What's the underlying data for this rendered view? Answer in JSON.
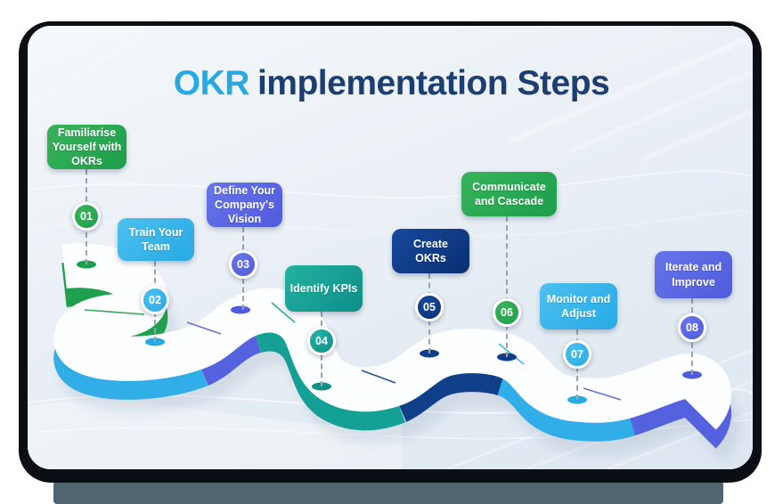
{
  "title": {
    "highlight": "OKR",
    "rest": "implementation Steps"
  },
  "steps": [
    {
      "number": "01",
      "label": "Familiarise Yourself with OKRs",
      "color": "#1d9e4b"
    },
    {
      "number": "02",
      "label": "Train Your Team",
      "color": "#27a9e3"
    },
    {
      "number": "03",
      "label": "Define Your Company's Vision",
      "color": "#4f5bdc"
    },
    {
      "number": "04",
      "label": "Identify KPIs",
      "color": "#0d8e86"
    },
    {
      "number": "05",
      "label": "Create OKRs",
      "color": "#0b2f70"
    },
    {
      "number": "06",
      "label": "Communicate and Cascade",
      "color": "#1d9e4b"
    },
    {
      "number": "07",
      "label": "Monitor and Adjust",
      "color": "#27a9e3"
    },
    {
      "number": "08",
      "label": "Iterate and Improve",
      "color": "#4f5bdc"
    }
  ],
  "road": {
    "surface_color": "#fdfeff",
    "segment_colors": [
      "#1fa04e",
      "#31aee8",
      "#5562e0",
      "#14a094",
      "#103f8a",
      "#31aee8",
      "#5562e0"
    ]
  },
  "colors": {
    "title_highlight": "#29a9e2",
    "title_text": "#1c3e70",
    "card_background": "#e9eff5",
    "card_shadow": "#0b0f13",
    "bottom_strip": "#4f6670",
    "connector": "#98a3ae"
  }
}
